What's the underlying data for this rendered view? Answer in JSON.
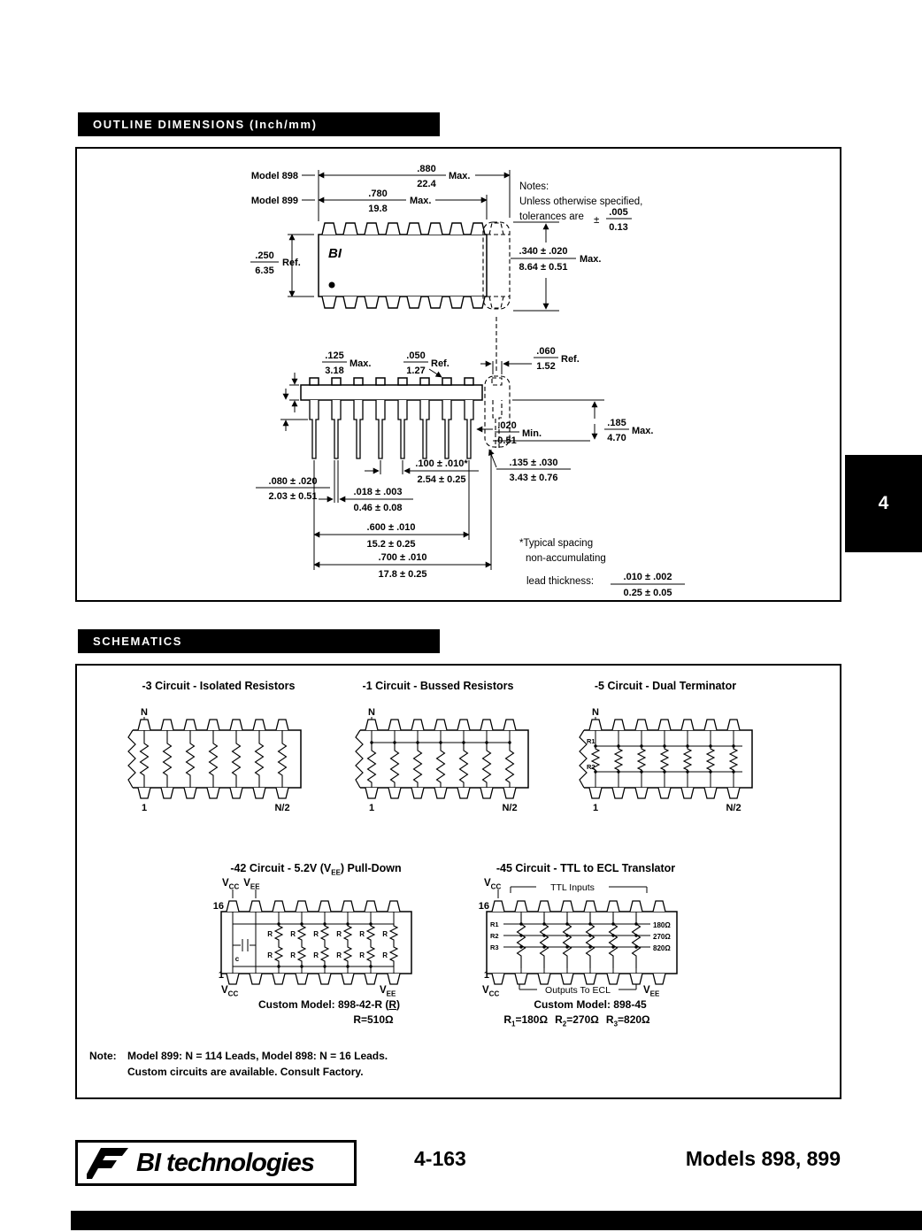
{
  "tab": "4",
  "outline": {
    "header": "OUTLINE DIMENSIONS (Inch/mm)",
    "model898": "Model 898",
    "model899": "Model 899",
    "bi_logo": "BI",
    "notes": {
      "l1": "Notes:",
      "l2": "Unless otherwise specified,",
      "l3": "tolerances are",
      "pm": "±",
      "tol_in": ".005",
      "tol_mm": "0.13"
    },
    "dims": {
      "d880": {
        "in": ".880",
        "mm": "22.4",
        "suffix": "Max."
      },
      "d780": {
        "in": ".780",
        "mm": "19.8",
        "suffix": "Max."
      },
      "d250": {
        "in": ".250",
        "mm": "6.35",
        "suffix": "Ref."
      },
      "d340": {
        "in": ".340 ± .020",
        "mm": "8.64 ± 0.51",
        "suffix": "Max."
      },
      "d125": {
        "in": ".125",
        "mm": "3.18",
        "suffix": "Max."
      },
      "d050": {
        "in": ".050",
        "mm": "1.27",
        "suffix": "Ref."
      },
      "d060": {
        "in": ".060",
        "mm": "1.52",
        "suffix": "Ref."
      },
      "d020": {
        "in": ".020",
        "mm": "0.51",
        "suffix": "Min."
      },
      "d185": {
        "in": ".185",
        "mm": "4.70",
        "suffix": "Max."
      },
      "d100": {
        "in": ".100 ± .010*",
        "mm": "2.54 ± 0.25"
      },
      "d018": {
        "in": ".018 ± .003",
        "mm": "0.46 ± 0.08"
      },
      "d600": {
        "in": ".600 ± .010",
        "mm": "15.2 ± 0.25"
      },
      "d700": {
        "in": ".700 ± .010",
        "mm": "17.8 ± 0.25"
      },
      "d080": {
        "in": ".080 ± .020",
        "mm": "2.03 ± 0.51"
      },
      "d135": {
        "in": ".135 ± .030",
        "mm": "3.43 ± 0.76"
      }
    },
    "footnote": {
      "l1": "*Typical spacing",
      "l2": "non-accumulating",
      "l3": "lead thickness:",
      "thk_in": ".010 ± .002",
      "thk_mm": "0.25 ± 0.05"
    }
  },
  "schematics": {
    "header": "SCHEMATICS",
    "s3": {
      "title": "-3 Circuit - Isolated Resistors",
      "n": "N",
      "one": "1",
      "n2": "N/2"
    },
    "s1": {
      "title": "-1 Circuit - Bussed Resistors",
      "n": "N",
      "one": "1",
      "n2": "N/2"
    },
    "s5": {
      "title": "-5 Circuit - Dual Terminator",
      "n": "N",
      "one": "1",
      "n2": "N/2",
      "r1": "R1",
      "r2": "R2"
    },
    "s42": {
      "title_pre": "-42 Circuit - 5.2V (V",
      "title_sub": "EE",
      "title_post": ") Pull-Down",
      "v": "V",
      "cc": "CC",
      "ee": "EE",
      "pin16": "16",
      "pin1": "1",
      "cap": "c",
      "r": "R",
      "cap1_pre": "Custom Model: 898-42-R (",
      "cap1_r": "R",
      "cap1_post": ")",
      "cap2": "R=510Ω"
    },
    "s45": {
      "title": "-45 Circuit - TTL to ECL Translator",
      "v": "V",
      "cc": "CC",
      "ee": "EE",
      "pin16": "16",
      "pin1": "1",
      "ttl": "TTL Inputs",
      "outputs": "Outputs To ECL",
      "r1": "R1",
      "r2": "R2",
      "r3": "R3",
      "v180": "180Ω",
      "v270": "270Ω",
      "v820": "820Ω",
      "cap1": "Custom Model: 898-45",
      "cap2_r": "R",
      "cap2_s1": "1",
      "cap2_v1": "=180Ω",
      "cap2_s2": "2",
      "cap2_v2": "=270Ω",
      "cap2_s3": "3",
      "cap2_v3": "=820Ω"
    },
    "note": {
      "label": "Note:",
      "l1": "Model 899: N = 114 Leads, Model 898: N = 16 Leads.",
      "l2": "Custom circuits are available.  Consult Factory."
    }
  },
  "footer": {
    "brand": "BI technologies",
    "page": "4-163",
    "models": "Models 898, 899"
  }
}
